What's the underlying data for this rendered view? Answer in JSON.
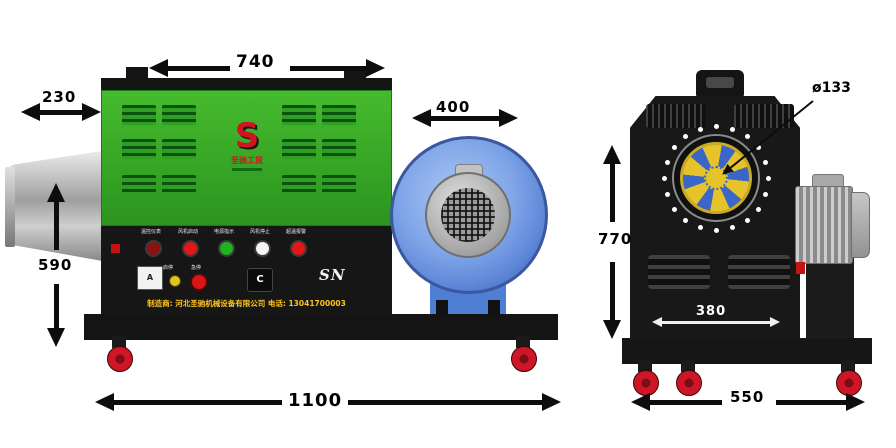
{
  "dims": {
    "top_width": "740",
    "nozzle_ext": "230",
    "blower_width": "400",
    "front_height": "590",
    "overall_length": "1100",
    "side_height": "770",
    "duct_width": "380",
    "side_width": "550",
    "outlet_diameter": "ø133"
  },
  "front": {
    "logo": {
      "glyph": "S",
      "brand": "圣驰工贸"
    },
    "panel": {
      "labels": [
        "温控仪表",
        "风机启动",
        "电源指示",
        "风机停止",
        "超温报警"
      ],
      "small_labels": [
        "启停",
        "急停"
      ],
      "meter": "A",
      "switch": "C",
      "sn": "SN"
    },
    "footer": "制造商: 河北圣驰机械设备有限公司    电话: 13041700003"
  },
  "colors": {
    "body_green": "#3aa828",
    "panel_black": "#161616",
    "blower_blue": "#6f9be4",
    "wheel_red": "#cf1626",
    "fan_yellow": "#e6c32a",
    "fan_blue": "#3a66c8",
    "footer_yellow": "#ffc41a"
  }
}
